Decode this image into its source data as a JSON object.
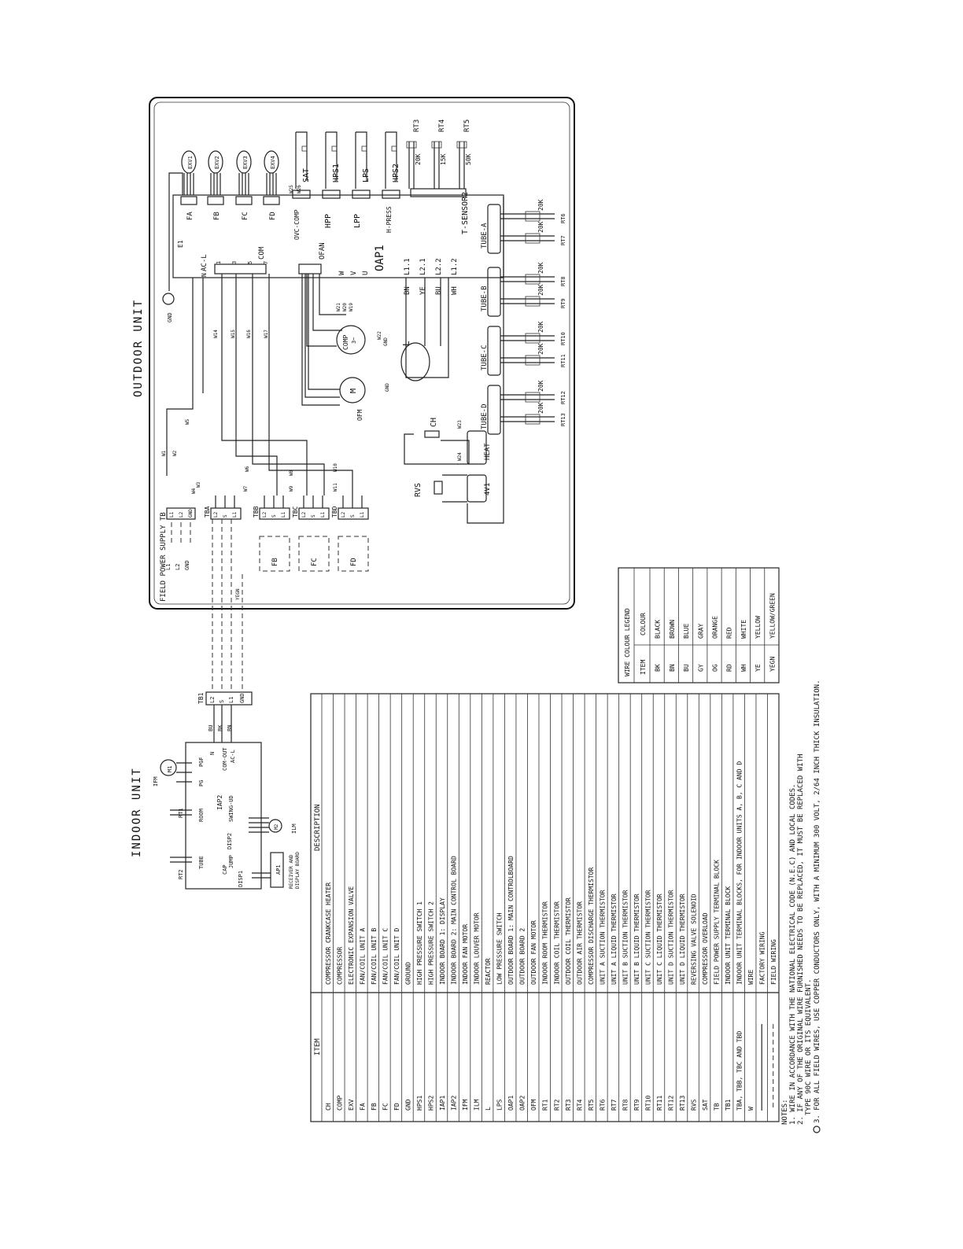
{
  "outdoor_title": "OUTDOOR UNIT",
  "indoor_title": "INDOOR UNIT",
  "board_outdoor": "OAP1",
  "board_indoor": "IAP2",
  "outdoor_top": {
    "exv": [
      "EXV1",
      "EXV2",
      "EXV3",
      "EXV4"
    ],
    "exv_ports": [
      "FA",
      "FB",
      "FC",
      "FD"
    ],
    "switches": [
      "SAT",
      "HPS1",
      "LPS",
      "HPS2"
    ],
    "switch_ports": [
      "OVC-COMP",
      "HPP",
      "LPP",
      "H-PRESS"
    ],
    "wire_sat": [
      "W25",
      "W26"
    ],
    "sensors": [
      "RT3",
      "RT4",
      "RT5"
    ],
    "sensor_values": [
      "20K",
      "15K",
      "50K"
    ],
    "sensor_port": "T-SENSOR2"
  },
  "outdoor_left": {
    "acl": "AC-L",
    "n": "N",
    "e1": "E1",
    "gnd": "GND",
    "com": "COM",
    "ofan": "OFAN",
    "pins": [
      "1",
      "3",
      "5",
      "7"
    ],
    "wires": [
      "W14",
      "W15",
      "W16",
      "W17"
    ],
    "uvw": [
      "W",
      "V",
      "U"
    ],
    "l_pins": [
      "L1.1",
      "L2.1",
      "L2.2",
      "L1.2"
    ],
    "l_colors": [
      "BN",
      "YE",
      "BU",
      "WH"
    ]
  },
  "tubes": [
    {
      "port": "TUBE-A",
      "rts": [
        "RT6",
        "RT7"
      ],
      "val": "20K"
    },
    {
      "port": "TUBE-B",
      "rts": [
        "RT8",
        "RT9"
      ],
      "val": "20K"
    },
    {
      "port": "TUBE-C",
      "rts": [
        "RT10",
        "RT11"
      ],
      "val": "20K"
    },
    {
      "port": "TUBE-D",
      "rts": [
        "RT12",
        "RT13"
      ],
      "val": "20K"
    }
  ],
  "components": {
    "comp": "COMP",
    "comp_wires": [
      "W21",
      "W20",
      "W19"
    ],
    "comp_gnd": "W22",
    "comp_pins": [
      "W",
      "V",
      "U"
    ],
    "comp_phase": "3~",
    "reactor": "L",
    "ofm": "OFM",
    "motor": "M",
    "gnd": "GND",
    "ch": "CH",
    "heat": "HEAT",
    "w23": "W23",
    "w24": "W24",
    "rvs": "RVS",
    "fourv": "4V1"
  },
  "supply": {
    "label": "FIELD POWER SUPPLY TB",
    "lines": [
      "L1",
      "L2",
      "GND"
    ],
    "tb": [
      "L1",
      "L2",
      "GND"
    ],
    "wires": [
      "W1",
      "W2",
      "W3",
      "W4",
      "W5",
      "W6",
      "W7",
      "W8",
      "W9",
      "W10",
      "W11"
    ],
    "tba": "TBA",
    "tbb": "TBB",
    "tbc": "TBC",
    "tbd": "TBD",
    "tb_pins": [
      "L2",
      "S",
      "L1"
    ],
    "fb": "FB",
    "fc": "FC",
    "fd": "FD",
    "yegn": "YEGN"
  },
  "indoor": {
    "tb1": "TB1",
    "tb1_pins": [
      "L2",
      "S",
      "L1",
      "GND"
    ],
    "wire_colors": [
      "BU",
      "BK",
      "BN"
    ],
    "n": "N",
    "comout": "COM-OUT",
    "acl": "AC-L",
    "pgf": "PGF",
    "pg": "PG",
    "ifm": "IFM",
    "m1": "M1",
    "rt1": "RT1",
    "room": "ROOM",
    "rt2": "RT2",
    "tube": "TUBE",
    "cap": "CAP",
    "jump": "JUMP",
    "disp1": "DISP1",
    "disp2": "DISP2",
    "swing": "SWING-UD",
    "m2": "M2",
    "ilm": "ILM",
    "ap1": "AP1",
    "recv1": "RECEIVER AND",
    "recv2": "DISPLAY BOARD"
  },
  "legend_table": {
    "headers": [
      "ITEM",
      "DESCRIPTION"
    ],
    "rows": [
      [
        "CH",
        "COMPRESSOR CRANKCASE HEATER"
      ],
      [
        "COMP",
        "COMPRESSOR"
      ],
      [
        "EXV",
        "ELECTRONIC EXPANSION VALVE"
      ],
      [
        "FA",
        "FAN/COIL UNIT A"
      ],
      [
        "FB",
        "FAN/COIL UNIT B"
      ],
      [
        "FC",
        "FAN/COIL UNIT C"
      ],
      [
        "FD",
        "FAN/COIL UNIT D"
      ],
      [
        "GND",
        "GROUND"
      ],
      [
        "HPS1",
        "HIGH PRESSURE SWITCH 1"
      ],
      [
        "HPS2",
        "HIGH PRESSURE SWITCH 2"
      ],
      [
        "IAP1",
        "INDOOR BOARD 1: DISPLAY"
      ],
      [
        "IAP2",
        "INDOOR BOARD 2: MAIN CONTROL BOARD"
      ],
      [
        "IFM",
        "INDOOR FAN MOTOR"
      ],
      [
        "ILM",
        "INDOOR LOUVER MOTOR"
      ],
      [
        "L",
        "REACTOR"
      ],
      [
        "LPS",
        "LOW PRESSURE SWITCH"
      ],
      [
        "OAP1",
        "OUTDOOR BOARD 1: MAIN CONTROLBOARD"
      ],
      [
        "OAP2",
        "OUTDOOR BOARD 2"
      ],
      [
        "OFM",
        "OUTDOOR FAN MOTOR"
      ],
      [
        "RT1",
        "INDOOR ROOM THERMISTOR"
      ],
      [
        "RT2",
        "INDOOR COIL THERMISTOR"
      ],
      [
        "RT3",
        "OUTDOOR COIL THERMISTOR"
      ],
      [
        "RT4",
        "OUTDOOR AIR THERMISTOR"
      ],
      [
        "RT5",
        "COMPRESSOR DISCHARGE THERMISTOR"
      ],
      [
        "RT6",
        "UNIT A SUCTION THERMISTOR"
      ],
      [
        "RT7",
        "UNIT A LIQUID THERMISTOR"
      ],
      [
        "RT8",
        "UNIT B SUCTION THERMISTOR"
      ],
      [
        "RT9",
        "UNIT B LIQUID THERMISTOR"
      ],
      [
        "RT10",
        "UNIT C SUCTION THERMISTOR"
      ],
      [
        "RT11",
        "UNIT C LIQUID THERMISTOR"
      ],
      [
        "RT12",
        "UNIT D SUCTION THERMISTOR"
      ],
      [
        "RT13",
        "UNIT D LIQUID THERMISTOR"
      ],
      [
        "RVS",
        "REVERSING VALVE SOLENOID"
      ],
      [
        "SAT",
        "COMPRESSOR OVERLOAD"
      ],
      [
        "TB",
        "FIELD POWER SUPPLY TERMINAL BLOCK"
      ],
      [
        "TB1",
        "INDOOR UNIT TERMINAL BLOCK"
      ],
      [
        "TBA, TBB, TBC AND TBD",
        "INDOOR UNIT TERMINAL BLOCKS, FOR INDOOR UNITS A, B, C AND D"
      ],
      [
        "W",
        "WIRE"
      ],
      [
        "",
        "FACTORY WIRING"
      ],
      [
        "",
        "FIELD WIRING"
      ]
    ]
  },
  "colour_legend": {
    "title": "WIRE COLOUR LEGEND",
    "headers": [
      "ITEM",
      "COLOUR"
    ],
    "rows": [
      [
        "BK",
        "BLACK"
      ],
      [
        "BN",
        "BROWN"
      ],
      [
        "BU",
        "BLUE"
      ],
      [
        "GY",
        "GRAY"
      ],
      [
        "OG",
        "ORANGE"
      ],
      [
        "RD",
        "RED"
      ],
      [
        "WH",
        "WHITE"
      ],
      [
        "YE",
        "YELLOW"
      ],
      [
        "YEGN",
        "YELLOW/GREEN"
      ]
    ]
  },
  "notes": {
    "title": "NOTES:",
    "lines": [
      "1. WIRE IN ACCORDANCE WITH THE NATIONAL ELECTRICAL CODE (N.E.C) AND LOCAL CODES.",
      "2. IF ANY OF THE ORIGINAL WIRE FURNISHED NEEDS TO BE REPLACED, IT MUST BE REPLACED WITH",
      "TYPE 90C WIRE OR ITS EQUIVALENT.",
      "3. FOR ALL FIELD WIRES, USE COPPER CONDUCTORS ONLY, WITH A MINIMUM 300 VOLT, 2/64 INCH THICK INSULATION."
    ]
  }
}
